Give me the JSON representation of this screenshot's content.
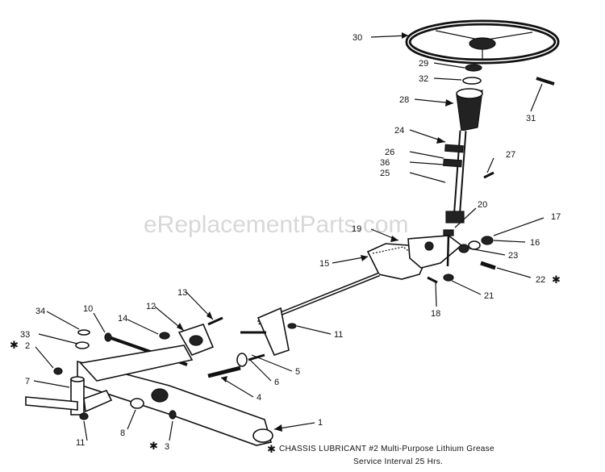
{
  "watermark": "eReplacementParts.com",
  "note": {
    "line1": "CHASSIS LUBRICANT #2 Multi-Purpose Lithium Grease",
    "line2": "Service Interval 25 Hrs."
  },
  "callouts": [
    {
      "id": "30",
      "star": false
    },
    {
      "id": "29",
      "star": false
    },
    {
      "id": "32",
      "star": false
    },
    {
      "id": "31",
      "star": false
    },
    {
      "id": "28",
      "star": false
    },
    {
      "id": "24",
      "star": false
    },
    {
      "id": "26",
      "star": false
    },
    {
      "id": "36",
      "star": false
    },
    {
      "id": "25",
      "star": false
    },
    {
      "id": "27",
      "star": false
    },
    {
      "id": "20",
      "star": false
    },
    {
      "id": "17",
      "star": false
    },
    {
      "id": "19",
      "star": false
    },
    {
      "id": "16",
      "star": false
    },
    {
      "id": "15",
      "star": false
    },
    {
      "id": "23",
      "star": false
    },
    {
      "id": "22",
      "star": true
    },
    {
      "id": "21",
      "star": false
    },
    {
      "id": "18",
      "star": false
    },
    {
      "id": "13",
      "star": false
    },
    {
      "id": "10",
      "star": false
    },
    {
      "id": "12",
      "star": false
    },
    {
      "id": "34",
      "star": false
    },
    {
      "id": "14",
      "star": false
    },
    {
      "id": "11",
      "star": false
    },
    {
      "id": "33",
      "star": false
    },
    {
      "id": "2",
      "star": true
    },
    {
      "id": "5",
      "star": false
    },
    {
      "id": "6",
      "star": false
    },
    {
      "id": "7",
      "star": false
    },
    {
      "id": "4",
      "star": false
    },
    {
      "id": "11",
      "star": false
    },
    {
      "id": "8",
      "star": false
    },
    {
      "id": "3",
      "star": true
    },
    {
      "id": "1",
      "star": false
    }
  ]
}
